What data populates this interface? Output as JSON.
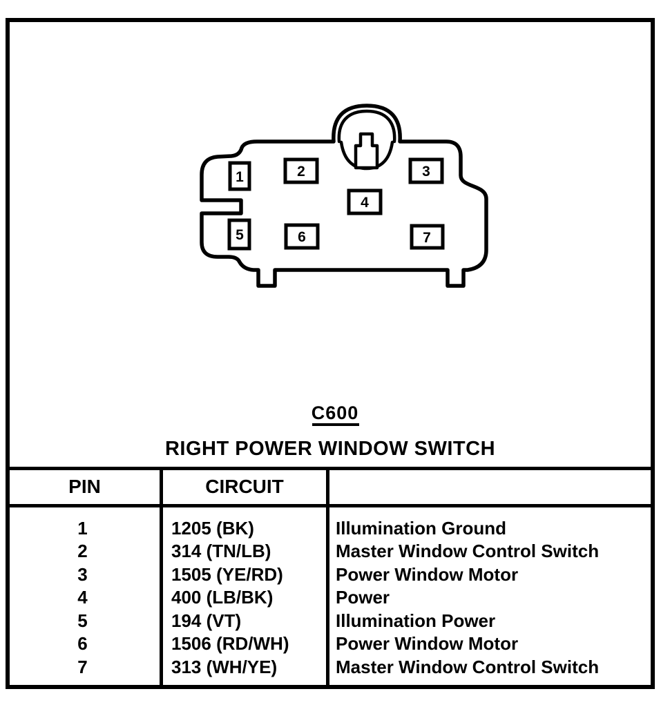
{
  "page": {
    "background": "#ffffff",
    "line_color": "#000000"
  },
  "connector": {
    "id_label": "C600",
    "title": "RIGHT POWER WINDOW SWITCH",
    "pins": [
      "1",
      "2",
      "3",
      "4",
      "5",
      "6",
      "7"
    ]
  },
  "table": {
    "headers": {
      "pin": "PIN",
      "circuit": "CIRCUIT",
      "description": ""
    },
    "rows": [
      {
        "pin": "1",
        "circuit": "1205 (BK)",
        "description": "Illumination Ground"
      },
      {
        "pin": "2",
        "circuit": "314 (TN/LB)",
        "description": "Master Window Control Switch"
      },
      {
        "pin": "3",
        "circuit": "1505 (YE/RD)",
        "description": "Power Window Motor"
      },
      {
        "pin": "4",
        "circuit": "400 (LB/BK)",
        "description": "Power"
      },
      {
        "pin": "5",
        "circuit": "194 (VT)",
        "description": "Illumination Power"
      },
      {
        "pin": "6",
        "circuit": "1506 (RD/WH)",
        "description": "Power Window Motor"
      },
      {
        "pin": "7",
        "circuit": "313 (WH/YE)",
        "description": "Master Window Control Switch"
      }
    ]
  }
}
